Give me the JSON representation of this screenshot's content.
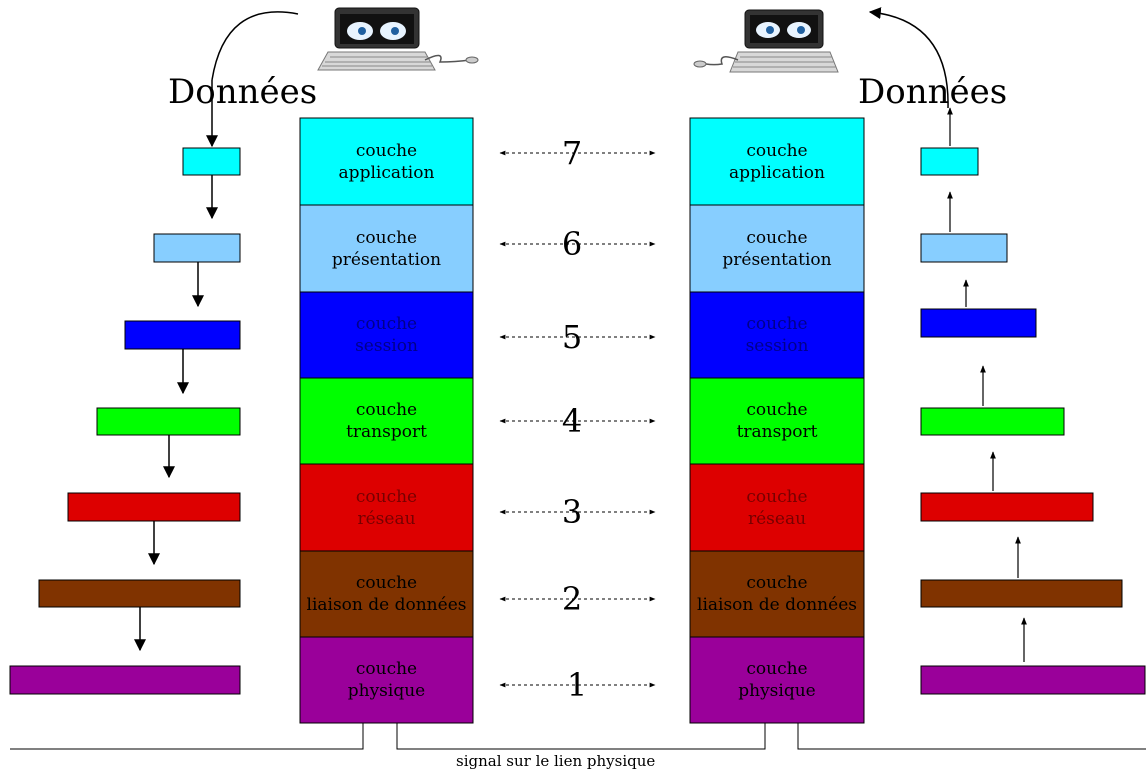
{
  "left_label": "Données",
  "right_label": "Données",
  "signal_label": "signal sur le lien physique",
  "layers": [
    {
      "number": "7",
      "line1": "couche",
      "line2": "application",
      "color": "#00ffff",
      "text_color": "#000000"
    },
    {
      "number": "6",
      "line1": "couche",
      "line2": "présentation",
      "color": "#87ceff",
      "text_color": "#000000"
    },
    {
      "number": "5",
      "line1": "couche",
      "line2": "session",
      "color": "#0000ff",
      "text_color": "#00008b"
    },
    {
      "number": "4",
      "line1": "couche",
      "line2": "transport",
      "color": "#00ff00",
      "text_color": "#000000"
    },
    {
      "number": "3",
      "line1": "couche",
      "line2": "réseau",
      "color": "#dd0000",
      "text_color": "#770000"
    },
    {
      "number": "2",
      "line1": "couche",
      "line2": "liaison de données",
      "color": "#803300",
      "text_color": "#000000"
    },
    {
      "number": "1",
      "line1": "couche",
      "line2": "physique",
      "color": "#9a009a",
      "text_color": "#000000"
    }
  ],
  "icons": [
    "computer-icon",
    "arrow-icon"
  ]
}
